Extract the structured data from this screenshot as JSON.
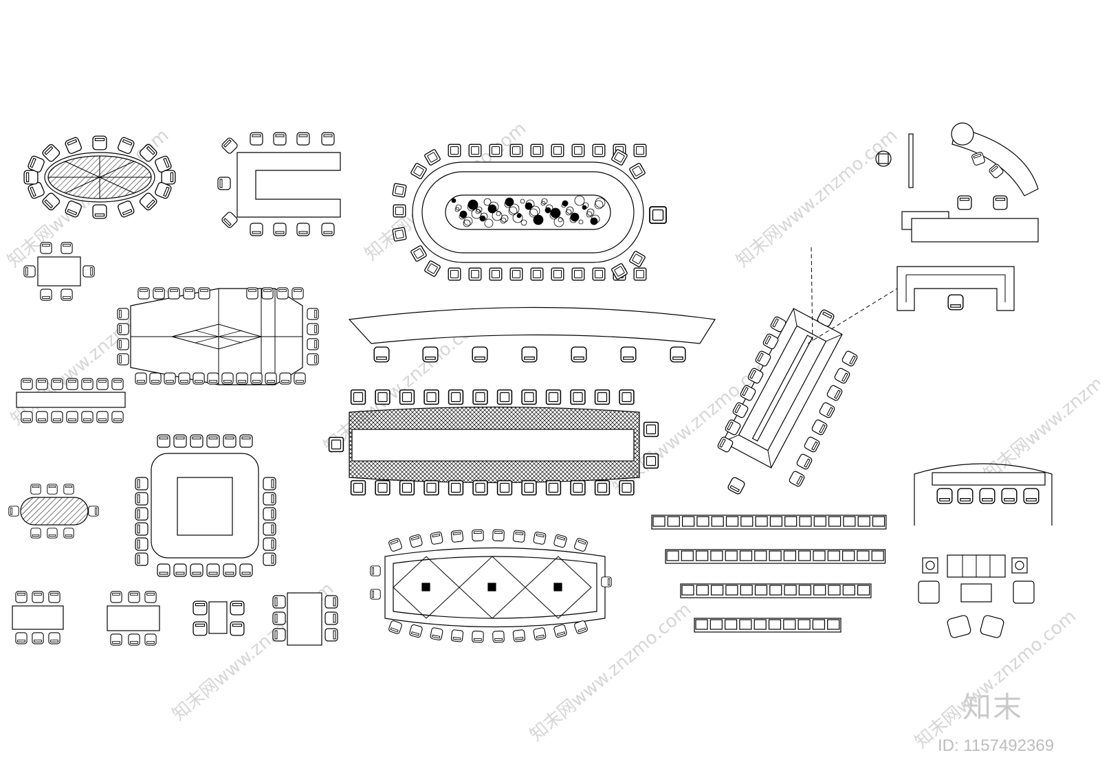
{
  "brand": {
    "logo_text": "知末",
    "id_label": "ID:",
    "id_value": "1157492369"
  },
  "watermark": {
    "text": "知末网www.znzmo.com",
    "color": "#d6d6d6"
  },
  "drawing": {
    "line_color": "#000000",
    "background": "#ffffff"
  }
}
